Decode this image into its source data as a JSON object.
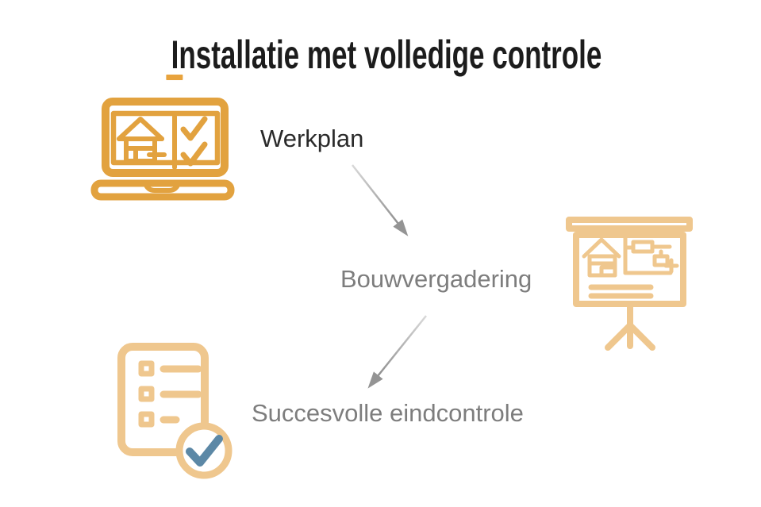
{
  "title": {
    "first_letter": "I",
    "rest": "nstallatie met volledige controle"
  },
  "flow": {
    "steps": [
      {
        "label": "Werkplan",
        "icon": "laptop-checklist-icon"
      },
      {
        "label": "Bouwvergadering",
        "icon": "presentation-board-icon"
      },
      {
        "label": "Succesvolle eindcontrole",
        "icon": "checklist-approved-icon"
      }
    ]
  },
  "colors": {
    "accent_dark": "#E2A23F",
    "accent_light": "#EFC78E",
    "underline": "#E8A33D",
    "check_blue": "#5C88A6",
    "title_text": "#1C1C1C",
    "step1_text": "#2A2A2A",
    "muted_text": "#7D7D7D",
    "arrow": "#949494",
    "background": "#FFFFFF"
  }
}
